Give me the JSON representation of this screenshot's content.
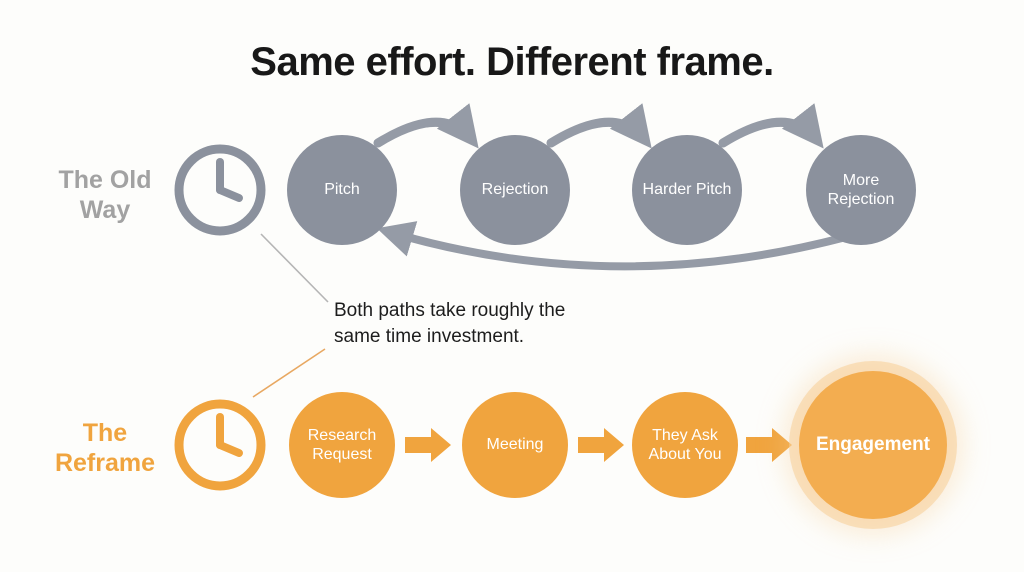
{
  "title": "Same effort. Different frame.",
  "annotation": "Both paths take roughly the same time investment.",
  "old_way": {
    "label": "The Old Way",
    "steps": [
      "Pitch",
      "Rejection",
      "Harder Pitch",
      "More Rejection"
    ]
  },
  "reframe": {
    "label": "The Reframe",
    "steps": [
      "Research Request",
      "Meeting",
      "They Ask About You",
      "Engagement"
    ]
  },
  "icons": {
    "old_clock": "clock-icon",
    "reframe_clock": "clock-icon"
  },
  "colors": {
    "gray_node": "#8b919d",
    "gray_arrow": "#959ba6",
    "gray_label": "#a2a2a2",
    "orange": "#f0a43e",
    "engagement_fill": "#f3ad50",
    "title_text": "#181818",
    "annotation_text": "#1d1d1d",
    "background": "#fdfdfb"
  }
}
